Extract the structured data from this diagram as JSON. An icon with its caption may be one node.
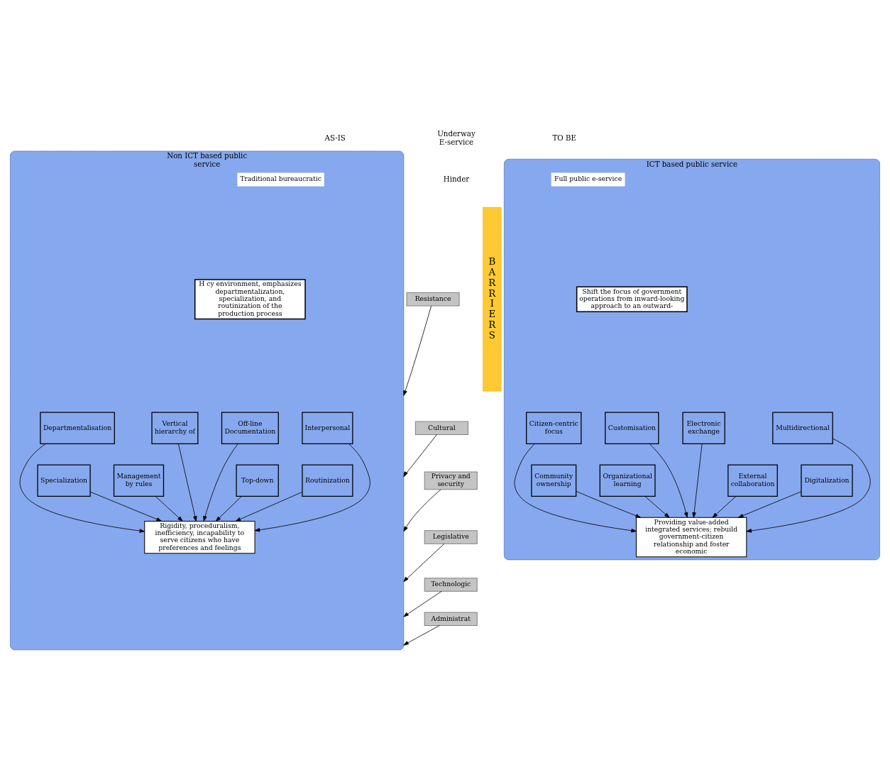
{
  "diagram": {
    "nodes": [
      {
        "text": [
          "Non ICT based public service"
        ]
      },
      {
        "text": [
          "Traditional bureaucratic"
        ],
        "in": 0
      },
      {
        "text": [
          "H cy environment, emphasizes departmentalization, specialization, and routinization of the production process"
        ],
        "in": 0
      },
      {
        "text": [
          "Departmentalisation"
        ],
        "in": 0
      },
      {
        "text": [
          "Vertical hierarchy of"
        ],
        "in": 0
      },
      {
        "text": [
          "Off-line Documentation"
        ],
        "in": 0
      },
      {
        "text": [
          "Interpersonal"
        ],
        "in": 0
      },
      {
        "text": [
          "Specialization"
        ],
        "in": 0
      },
      {
        "text": [
          "Management by rules"
        ],
        "in": 0
      },
      {
        "text": [
          "Top-down"
        ],
        "in": 0
      },
      {
        "text": [
          "Routinization"
        ],
        "in": 0
      },
      {
        "text": [
          "Rigidity, proceduralism, inefficiency, incapability to serve citizens who have preferences and feelings"
        ],
        "in": 0
      },
      {
        "text": [
          "Resistance"
        ]
      },
      {
        "text": [
          "Cultural"
        ]
      },
      {
        "text": [
          "Privacy and security"
        ]
      },
      {
        "text": [
          "Legislative"
        ]
      },
      {
        "text": [
          "Technologic"
        ]
      },
      {
        "text": [
          "Administrat"
        ]
      },
      {
        "text": [
          "BARRIERS"
        ]
      },
      {
        "text": [
          "ICT based public service"
        ]
      },
      {
        "text": [
          "Full public e-service"
        ],
        "in": 19
      },
      {
        "text": [
          "Shift the focus of government operations from inward-looking approach to an outward-"
        ],
        "in": 19
      },
      {
        "text": [
          "Citizen-centric focus"
        ],
        "in": 19
      },
      {
        "text": [
          "Customisation"
        ],
        "in": 19
      },
      {
        "text": [
          "Electronic exchange"
        ],
        "in": 19
      },
      {
        "text": [
          "Multidirectional"
        ],
        "in": 19
      },
      {
        "text": [
          "Community ownership"
        ],
        "in": 19
      },
      {
        "text": [
          "Organizational learning"
        ],
        "in": 19
      },
      {
        "text": [
          "External collaboration"
        ],
        "in": 19
      },
      {
        "text": [
          "Digitalization"
        ],
        "in": 19
      },
      {
        "text": [
          "Providing value-added integrated services; rebuild government-citizen relationship and foster economic"
        ],
        "in": 19
      }
    ],
    "edges": [
      {
        "from": 3,
        "to": 11,
        "arrow": "to"
      },
      {
        "from": 4,
        "to": 11,
        "arrow": "to"
      },
      {
        "from": 5,
        "to": 11,
        "arrow": "to"
      },
      {
        "from": 6,
        "to": 11,
        "arrow": "to"
      },
      {
        "from": 7,
        "to": 11,
        "arrow": "to"
      },
      {
        "from": 8,
        "to": 11,
        "arrow": "to"
      },
      {
        "from": 9,
        "to": 11,
        "arrow": "to"
      },
      {
        "from": 10,
        "to": 11,
        "arrow": "to"
      },
      {
        "from": 12,
        "to": 0,
        "arrow": "to"
      },
      {
        "from": 13,
        "to": 0,
        "arrow": "to"
      },
      {
        "from": 14,
        "to": 0,
        "arrow": "to"
      },
      {
        "from": 15,
        "to": 0,
        "arrow": "to"
      },
      {
        "from": 16,
        "to": 0,
        "arrow": "to"
      },
      {
        "from": 17,
        "to": 0,
        "arrow": "to"
      },
      {
        "from": 22,
        "to": 30,
        "arrow": "to"
      },
      {
        "from": 23,
        "to": 30,
        "arrow": "to"
      },
      {
        "from": 24,
        "to": 30,
        "arrow": "to"
      },
      {
        "from": 25,
        "to": 30,
        "arrow": "to"
      },
      {
        "from": 26,
        "to": 30,
        "arrow": "to"
      },
      {
        "from": 27,
        "to": 30,
        "arrow": "to"
      },
      {
        "from": 28,
        "to": 30,
        "arrow": "to"
      },
      {
        "from": 29,
        "to": 30,
        "arrow": "to"
      }
    ],
    "labels": [
      "AS-IS",
      "Underway E-service",
      "TO BE",
      "Hinder"
    ]
  }
}
